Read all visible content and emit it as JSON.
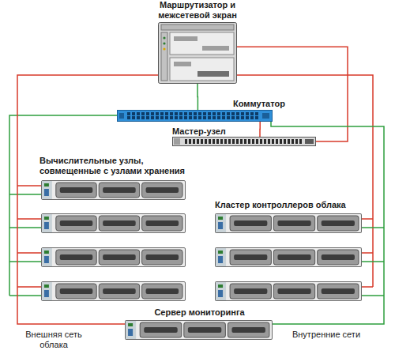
{
  "diagram": {
    "nodes": [
      {
        "text": [
          "Маршрутизатор и межсетевой экран"
        ]
      },
      {
        "text": [
          "Коммутатор"
        ]
      },
      {
        "text": [
          "Мастер-узел"
        ]
      },
      {
        "text": [
          "Сервер мониторинга"
        ]
      }
    ],
    "edges": [
      {
        "from": 0,
        "to": 1,
        "arrow": "none"
      },
      {
        "from": 1,
        "to": 2,
        "arrow": "none"
      },
      {
        "from": 0,
        "to": 2,
        "arrow": "none"
      },
      {
        "from": 0,
        "to": 3,
        "arrow": "none"
      },
      {
        "from": 1,
        "to": 3,
        "arrow": "none"
      }
    ],
    "labels": [
      "Вычислительные узлы, совмещенные с узлами хранения",
      "Кластер контроллеров облака"
    ],
    "legend": [
      {
        "text": "Внешняя сеть облака"
      },
      {
        "text": "Внутренние сети"
      }
    ]
  }
}
